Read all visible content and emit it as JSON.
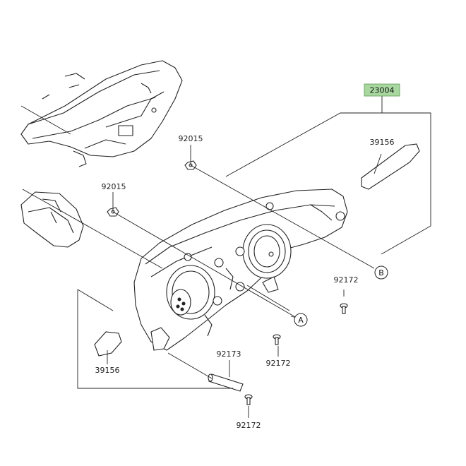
{
  "diagram": {
    "highlight_color": "#a8d8a0",
    "line_color": "#222222",
    "assembly_part": "23004",
    "parts": [
      {
        "id": "p1",
        "number": "92015"
      },
      {
        "id": "p2",
        "number": "92015"
      },
      {
        "id": "p3",
        "number": "39156"
      },
      {
        "id": "p4",
        "number": "39156"
      },
      {
        "id": "p5",
        "number": "92172"
      },
      {
        "id": "p6",
        "number": "92172"
      },
      {
        "id": "p7",
        "number": "92173"
      },
      {
        "id": "p8",
        "number": "92172"
      }
    ],
    "reference_markers": [
      {
        "id": "ref-a",
        "letter": "A"
      },
      {
        "id": "ref-b",
        "letter": "B"
      }
    ],
    "icons": [
      "headlight-assembly-icon",
      "upper-cowl-bracket-icon",
      "side-fairing-icon",
      "bulb-cover-icon",
      "screw-icon",
      "nut-icon",
      "spacer-icon"
    ]
  }
}
